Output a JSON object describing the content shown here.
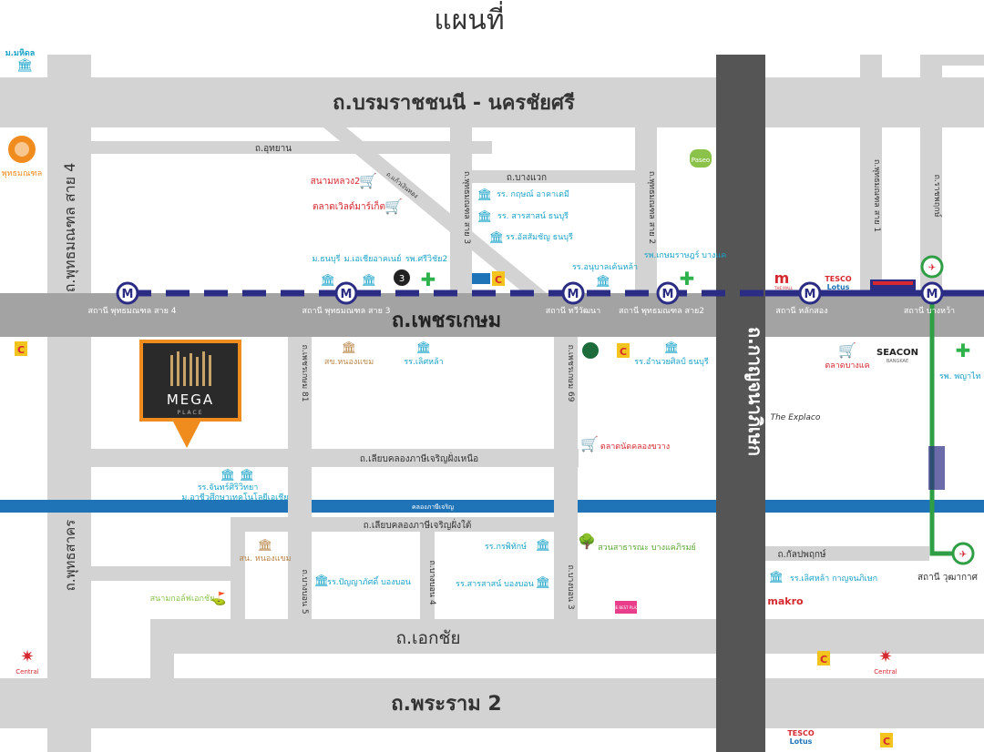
{
  "title": "แผนที่",
  "colors": {
    "road": "#d3d3d3",
    "road_dark": "#555555",
    "main_road": "#a3a3a3",
    "canal": "#1f73b7",
    "bts": "#2f9e44",
    "mrt": "#2b2c83",
    "school": "#1aa3c8",
    "market": "#d6282f",
    "hospital": "#2fb24c",
    "park": "#8bc34a",
    "temple": "#b9874a",
    "brand_orange": "#f08c1e"
  },
  "roads": {
    "borommaratchachonnani": "ถ.บรมราชชนนี - นครชัยศรี",
    "phetkasem": "ถ.เพชรเกษม",
    "kanchanaphisek": "ถ.กาญจนาภิเษก",
    "ekkachai": "ถ.เอกชัย",
    "rama2": "ถ.พระราม 2",
    "phutthamonthon4": "ถ.พุทธมณฑล สาย 4",
    "phutthamonthon3": "ถ.พุทธมณฑล สาย 3",
    "phutthamonthon2": "ถ.พุทธมณฑล สาย 2",
    "phutthamonthon1": "ถ.พุทธมณฑล สาย 1",
    "ratchaphruek": "ถ.ราชพฤกษ์",
    "utthayan": "ถ.อุทยาน",
    "bangwaek": "ถ.บางแวก",
    "kaew_ngoen_thong": "ถ.แก้วเงินทอง",
    "phetkasem81": "ถ.เพชรเกษม 81",
    "phetkasem69": "ถ.เพชรเกษม 69",
    "phasicharoen_north": "ถ.เลียบคลองภาษีเจริญฝั่งเหนือ",
    "phasicharoen_south": "ถ.เลียบคลองภาษีเจริญฝั่งใต้",
    "canal": "คลองภาษีเจริญ",
    "bangbon5": "ถ.บางบอน 5",
    "bangbon4": "ถ.บางบอน 4",
    "bangbon3": "ถ.บางบอน 3",
    "kalapaphruek": "ถ.กัลปพฤกษ์",
    "phutthasakhon": "ถ.พุทธสาคร"
  },
  "stations": {
    "mrt1": "สถานี พุทธมณฑล สาย 4",
    "mrt2": "สถานี พุทธมณฑล สาย 3",
    "mrt3": "สถานี ทวีวัฒนา",
    "mrt4": "สถานี พุทธมณฑล สาย2",
    "mrt5": "สถานี หลักสอง",
    "mrt6": "สถานี บางหว้า",
    "bts1": "สถานี วุฒากาศ",
    "m": "M"
  },
  "places": {
    "mahidol": "ม.มหิดล",
    "phutthamonthon": "พุทธมณฑล",
    "sanamluang2": "สนามหลวง2",
    "worldmarket": "ตลาดเวิลด์มาร์เก็ต",
    "kritsana": "รร. กฤษณ์ อาคาเดมี",
    "saransat": "รร. สารสาสน์ ธนบุรี",
    "tessabanthonburi": "รร.อัสสัมชัญ ธนบุรี",
    "thonburi_u": "ม.ธนบุรี",
    "asia_u": "ม.เอเชียอาคเนย์",
    "siwichai": "รพ.ศรีวิชัย2",
    "anuban": "รร.อนุบาลเค้นหล้า",
    "kasem": "รพ.เกษมราษฎร์ บางแค",
    "nongkhaem_office": "สข.หนองแขม",
    "leartla": "รร.เลิศหล้า",
    "amnuay": "รร.อำนวยศิลป์ ธนบุรี",
    "bangkhae_market": "ตลาดบางแค",
    "seacon": "SEACON",
    "bangkae_small": "BANGKAE",
    "phyathai": "รพ. พญาไท 3",
    "exploco": "The Explaco",
    "khlongkhwang": "ตลาดนัดคลองขวาง",
    "chansiri": "รร.จันทร์ศิริวิทยา",
    "asian_tech": "ม.อาชีวศึกษาเทคโนโลยีเอเชีย",
    "nongkhaem_district": "สน. หนองแขม",
    "panyaphat": "รร.ปัญญาภัศดิ์ บองบอน",
    "kritsana2": "รร.กรพิทักษ์",
    "saransat2": "รร.สารสาสน์ บองบอน",
    "park": "สวนสาธารณะ บางแคภิรมย์",
    "golf": "สนามกอล์ฟเอกชัย",
    "leartla_kan": "รร.เลิศหล้า กาญจนภิเษก",
    "makro": "makro",
    "tesco": "TESCO",
    "lotus": "Lotus",
    "themall": "THE MALL",
    "paseo": "Paseo",
    "mega": "MEGA",
    "place": "PLACE",
    "thebest": "THE BEST PLAZA",
    "central": "Central",
    "c": "C"
  }
}
